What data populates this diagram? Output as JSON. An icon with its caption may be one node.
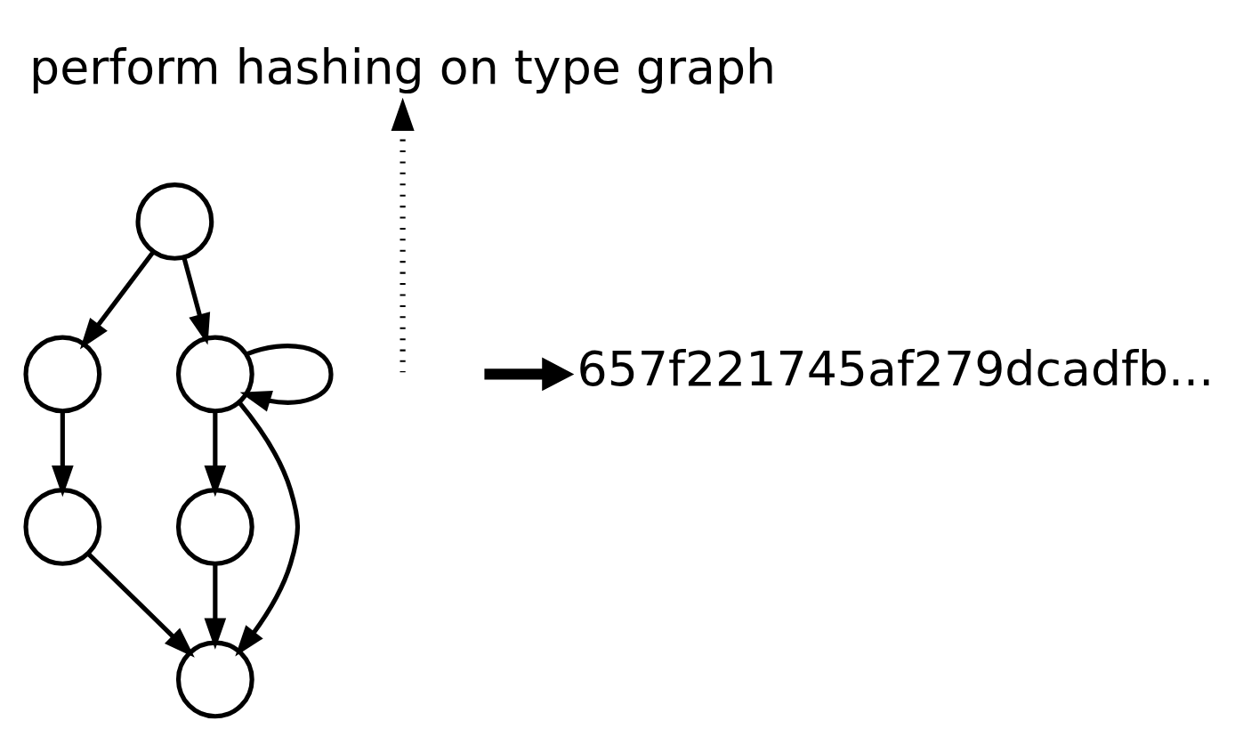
{
  "diagram": {
    "nodes": [
      {
        "text": [],
        "shape": "circle"
      },
      {
        "text": [],
        "shape": "circle"
      },
      {
        "text": [],
        "shape": "circle"
      },
      {
        "text": [],
        "shape": "circle"
      },
      {
        "text": [],
        "shape": "circle"
      },
      {
        "text": [],
        "shape": "circle"
      },
      {
        "text": [
          "perform hashing on type graph"
        ]
      },
      {
        "text": [
          "657f221745af279dcadfb..."
        ]
      }
    ],
    "edges": [
      {
        "from": 0,
        "to": 1,
        "arrow": "to"
      },
      {
        "from": 0,
        "to": 2,
        "arrow": "to"
      },
      {
        "from": 2,
        "to": 2,
        "arrow": "to"
      },
      {
        "from": 1,
        "to": 3,
        "arrow": "to"
      },
      {
        "from": 2,
        "to": 5,
        "arrow": "to"
      },
      {
        "from": 2,
        "to": 4,
        "arrow": "to"
      },
      {
        "from": 3,
        "to": 5,
        "arrow": "to"
      },
      {
        "from": 4,
        "to": 5,
        "arrow": "to"
      },
      {
        "from": null,
        "to": 6,
        "arrow": "to",
        "style": "dashed"
      },
      {
        "from": null,
        "to": 7,
        "arrow": "to",
        "style": "thick"
      }
    ]
  }
}
